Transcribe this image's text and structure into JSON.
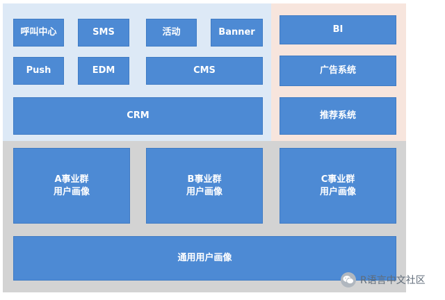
{
  "diagram": {
    "top_left": {
      "row1": [
        "呼叫中心",
        "SMS",
        "活动",
        "Banner"
      ],
      "row2": [
        "Push",
        "EDM",
        "CMS"
      ],
      "row3": [
        "CRM"
      ]
    },
    "top_right": [
      "BI",
      "广告系统",
      "推荐系统"
    ],
    "business_groups": [
      "A事业群\n用户画像",
      "B事业群\n用户画像",
      "C事业群\n用户画像"
    ],
    "general_portrait": "通用用户画像"
  },
  "watermark": {
    "text": "R语言中文社区",
    "icon": "wechat-icon"
  },
  "colors": {
    "box": "#4d8ad4",
    "zone_top_left": "#dde9f6",
    "zone_top_right": "#f7e5dd",
    "zone_bottom": "#d3d3d3"
  }
}
